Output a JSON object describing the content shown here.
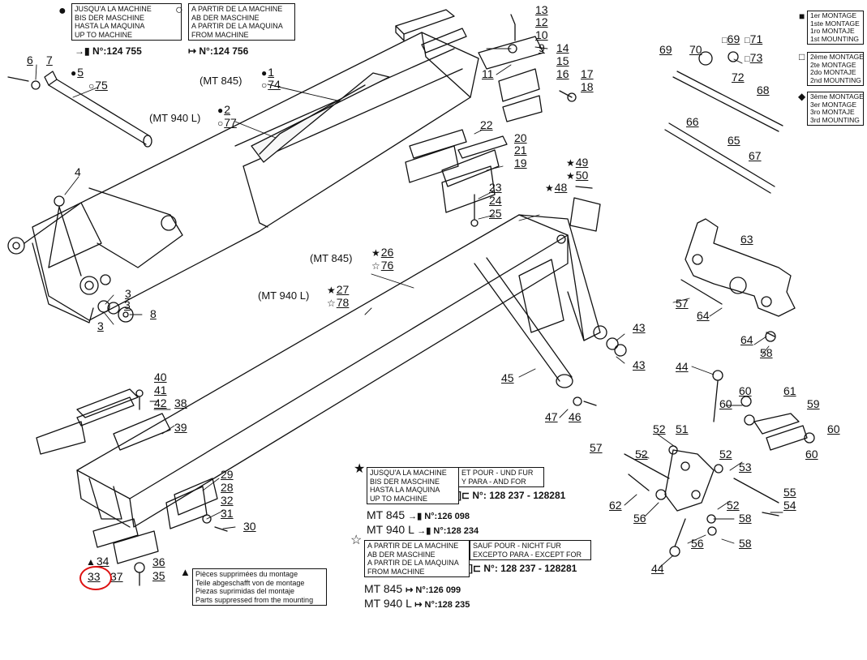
{
  "legend_box_top_left": {
    "lines": [
      "JUSQU'A LA MACHINE",
      "BIS DER MASCHINE",
      "HASTA LA MAQUINA",
      "UP TO MACHINE"
    ],
    "serial": "124 755"
  },
  "legend_box_top_middle": {
    "lines": [
      "A PARTIR DE LA MACHINE",
      "AB DER MASCHINE",
      "A PARTIR DE LA MAQUINA",
      "FROM MACHINE"
    ],
    "serial": "124 756"
  },
  "mounting_legend": [
    {
      "symbol": "■",
      "lines": [
        "1er MONTAGE",
        "1ste MONTAGE",
        "1ro MONTAJE",
        "1st MOUNTING"
      ]
    },
    {
      "symbol": "□",
      "lines": [
        "2ème MONTAGE",
        "2te MONTAGE",
        "2do MONTAJE",
        "2nd MOUNTING"
      ]
    },
    {
      "symbol": "◆",
      "lines": [
        "3ème MONTAGE",
        "3er MONTAGE",
        "3ro MONTAJE",
        "3rd MOUNTING"
      ]
    }
  ],
  "star_box": {
    "left_lines": [
      "JUSQU'A LA MACHINE",
      "BIS DER MASCHINE",
      "HASTA LA MAQUINA",
      "UP TO MACHINE"
    ],
    "right_lines": [
      "ET POUR - UND FUR",
      "Y PARA - AND FOR"
    ],
    "range": "128 237 - 128281",
    "models": [
      {
        "name": "MT 845",
        "serial": "126 098"
      },
      {
        "name": "MT 940 L",
        "serial": "128 234"
      }
    ]
  },
  "hollow_star_box": {
    "left_lines": [
      "A PARTIR DE LA MACHINE",
      "AB DER MASCHINE",
      "A PARTIR DE LA MAQUINA",
      "FROM MACHINE"
    ],
    "right_lines": [
      "SAUF POUR - NICHT FUR",
      "EXCEPTO PARA - EXCEPT FOR"
    ],
    "range": "128 237 - 128281",
    "models": [
      {
        "name": "MT 845",
        "serial": "126 099"
      },
      {
        "name": "MT 940 L",
        "serial": "128 235"
      }
    ]
  },
  "triangle_box": {
    "lines": [
      "Pièces supprimées du montage",
      "Teile abgeschafft von de montage",
      "Piezas suprimidas del montaje",
      "Parts suppressed from the mounting"
    ]
  },
  "prefix_no": "N°:",
  "model_notes": {
    "mt845": "(MT 845)",
    "mt940": "(MT 940 L)"
  },
  "highlight_part": "33",
  "highlight_color": "#d11111"
}
